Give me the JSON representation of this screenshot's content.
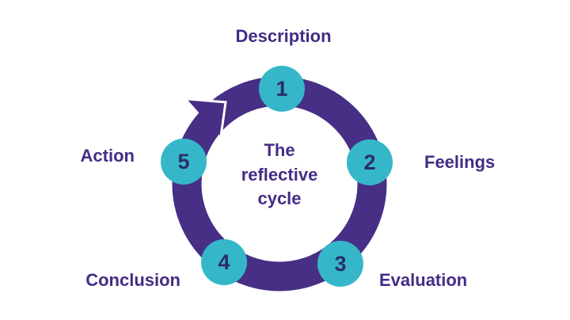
{
  "diagram": {
    "type": "cycle-diagram",
    "center_title": {
      "line1": "The",
      "line2": "reflective",
      "line3": "cycle"
    },
    "steps": [
      {
        "number": "1",
        "label": "Description"
      },
      {
        "number": "2",
        "label": "Feelings"
      },
      {
        "number": "3",
        "label": "Evaluation"
      },
      {
        "number": "4",
        "label": "Conclusion"
      },
      {
        "number": "5",
        "label": "Action"
      }
    ],
    "arrow": {
      "direction": "clockwise"
    },
    "colors": {
      "ring": "#462F85",
      "node": "#35B7C9",
      "number": "#2B2E66",
      "label": "#452C85",
      "background": "#FFFFFF",
      "arrow_outline": "#FFFFFF"
    }
  }
}
